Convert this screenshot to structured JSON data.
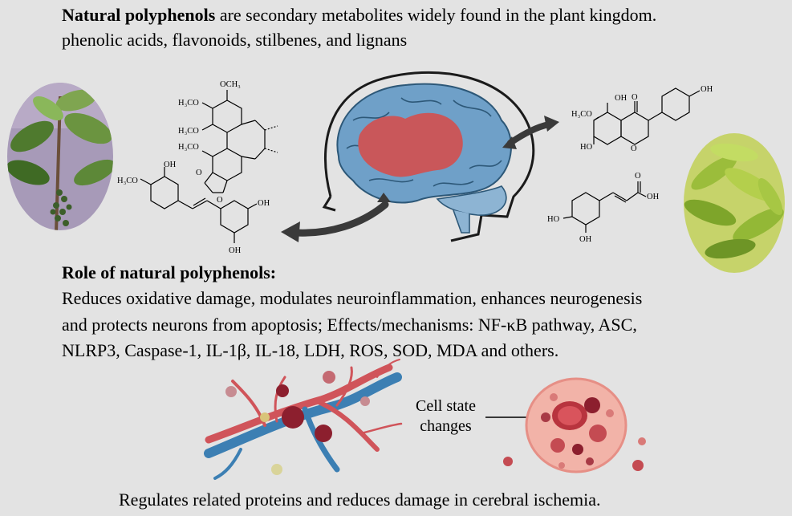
{
  "intro": {
    "bold": "Natural polyphenols",
    "rest": " are secondary metabolites widely found in the plant kingdom.",
    "classes": "phenolic acids, flavonoids, stilbenes, and lignans"
  },
  "role": {
    "heading": "Role of natural polyphenols:",
    "line1": "Reduces oxidative damage, modulates neuroinflammation, enhances neurogenesis",
    "line2": "and protects neurons from apoptosis; Effects/mechanisms: NF-κB pathway,  ASC,",
    "line3": "NLRP3, Caspase-1, IL-1β, IL-18, LDH, ROS, SOD, MDA and others."
  },
  "cell_state": {
    "line1": "Cell state",
    "line2": "changes"
  },
  "footer": "Regulates related proteins and reduces damage in cerebral ischemia.",
  "chem_labels": {
    "och3": "OCH₃",
    "h3co": "H₃CO",
    "oh": "OH",
    "ho": "HO",
    "o": "O"
  },
  "colors": {
    "background": "#e3e3e3",
    "brain": "#6fa0c8",
    "lesion": "#c9575a",
    "arrow": "#3a3a3a",
    "vessel_red": "#d0545a",
    "vessel_blue": "#3c7fb3",
    "cell": "#f2b3a8",
    "plant_left": "#5f8a3c",
    "tea_leaf": "#9bbd3b"
  }
}
